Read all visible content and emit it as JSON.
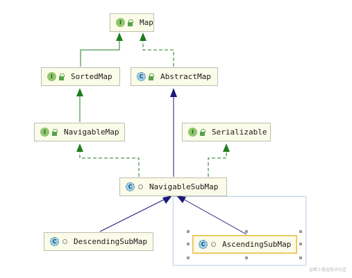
{
  "nodes": {
    "map": {
      "label": "Map",
      "kind": "interface",
      "badge": "I"
    },
    "sorted_map": {
      "label": "SortedMap",
      "kind": "interface",
      "badge": "I"
    },
    "abstract_map": {
      "label": "AbstractMap",
      "kind": "abstract-class",
      "badge": "C"
    },
    "navigable_map": {
      "label": "NavigableMap",
      "kind": "interface",
      "badge": "I"
    },
    "serializable": {
      "label": "Serializable",
      "kind": "interface",
      "badge": "I"
    },
    "navigable_sub_map": {
      "label": "NavigableSubMap",
      "kind": "abstract-class",
      "badge": "C"
    },
    "descending_sub_map": {
      "label": "DescendingSubMap",
      "kind": "class",
      "badge": "C"
    },
    "ascending_sub_map": {
      "label": "AscendingSubMap",
      "kind": "class",
      "badge": "C",
      "selected": true
    }
  },
  "edges": [
    {
      "from": "sorted_map",
      "to": "map",
      "type": "extends-interface"
    },
    {
      "from": "abstract_map",
      "to": "map",
      "type": "implements"
    },
    {
      "from": "navigable_map",
      "to": "sorted_map",
      "type": "extends-interface"
    },
    {
      "from": "navigable_sub_map",
      "to": "abstract_map",
      "type": "extends"
    },
    {
      "from": "navigable_sub_map",
      "to": "navigable_map",
      "type": "implements"
    },
    {
      "from": "navigable_sub_map",
      "to": "serializable",
      "type": "implements"
    },
    {
      "from": "descending_sub_map",
      "to": "navigable_sub_map",
      "type": "extends"
    },
    {
      "from": "ascending_sub_map",
      "to": "navigable_sub_map",
      "type": "extends"
    }
  ],
  "colors": {
    "interface_edge": "#1e7d1e",
    "class_edge": "#1a1a7a",
    "node_fill": "#fbfbe9",
    "interface_badge": "#8fc66e",
    "class_badge": "#9dd0e8",
    "selection_border": "#e8c04a"
  },
  "watermark": "@稀土掘金技术社区"
}
